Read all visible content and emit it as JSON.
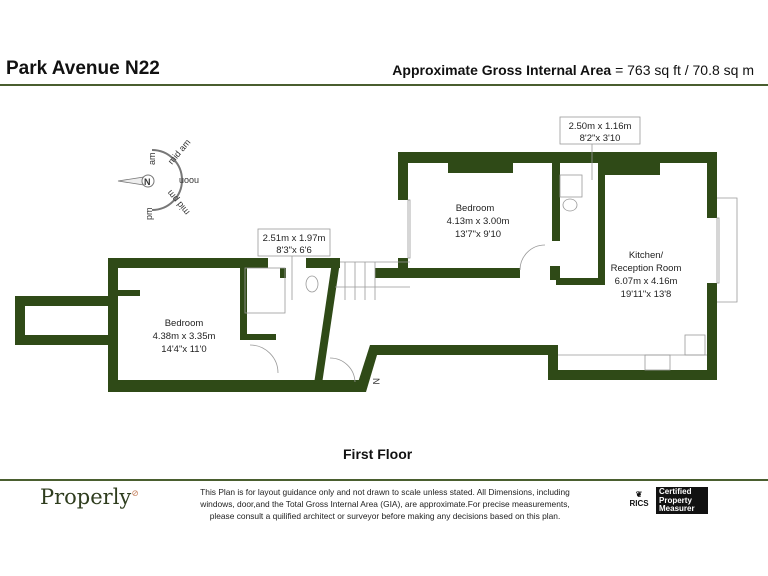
{
  "header": {
    "title": "Park Avenue N22",
    "gia_label": "Approximate Gross Internal Area",
    "gia_value": "= 763 sq ft / 70.8 sq m"
  },
  "compass": {
    "north": "N",
    "labels": [
      "am",
      "mid am",
      "noon",
      "mid pm",
      "pm"
    ]
  },
  "rooms": [
    {
      "name": "Bedroom",
      "metric": "4.13m x 3.00m",
      "imperial": "13'7\"x 9'10"
    },
    {
      "name": "Kitchen/",
      "name2": "Reception Room",
      "metric": "6.07m x 4.16m",
      "imperial": "19'11\"x 13'8"
    },
    {
      "name": "Bedroom",
      "metric": "4.38m x 3.35m",
      "imperial": "14'4\"x 11'0"
    }
  ],
  "callouts": [
    {
      "metric": "2.50m x 1.16m",
      "imperial": "8'2\"x 3'10"
    },
    {
      "metric": "2.51m x 1.97m",
      "imperial": "8'3\"x 6'6"
    }
  ],
  "entrance_marker": "N",
  "floor_label": "First Floor",
  "footer": {
    "brand": "Properly",
    "disclaimer_lines": [
      "This Plan is for layout guidance only and not drawn to scale unless stated. All Dimensions, including",
      "windows, door,and the Total Gross Internal Area (GIA), are approximate.For precise measurements,",
      "please consult a quilified architect or surveyor before making any decisions based on this plan."
    ],
    "rics": "RICS",
    "cert_lines": [
      "Certified",
      "Property",
      "Measurer"
    ]
  },
  "colors": {
    "wall": "#2f4a17",
    "rule": "#4a5e2f",
    "brand": "#2f3d1e"
  }
}
